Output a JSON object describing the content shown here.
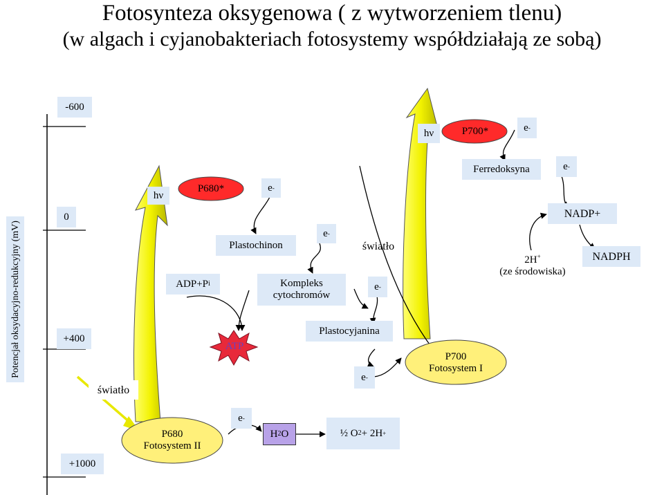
{
  "title": "Fotosynteza oksygenowa ( z wytworzeniem tlenu)",
  "subtitle": "(w algach i cyjanobakteriach fotosystemy współdziałają ze sobą)",
  "axis": {
    "label": "Potencjał oksydacyjno-redukcyjny (mV)",
    "ticks": [
      "-600",
      "0",
      "+400",
      "+1000"
    ]
  },
  "nodes": {
    "hv1": "hν",
    "p680_star": "P680*",
    "e1": "e",
    "plastochinon": "Plastochinon",
    "e2": "e",
    "kompleks_line1": "Kompleks",
    "kompleks_line2": "cytochromów",
    "adp": "ADP+P",
    "adp_sub": "i",
    "atp": "ATP",
    "swiatlo2": "światło",
    "e3": "e",
    "plastocyjanina": "Plastocyjanina",
    "e4": "e",
    "p700_line1": "P700",
    "p700_line2": "Fotosystem I",
    "hv2": "hν",
    "p700_star": "P700*",
    "e5": "e",
    "ferredoksyna": "Ferredoksyna",
    "e6": "e",
    "nadp_plus": "NADP+",
    "h2_line1": "2H",
    "h2_line2": "(ze środowiska)",
    "nadph": "NADPH",
    "swiatlo1": "światło",
    "p680_line1": "P680",
    "p680_line2": "Fotosystem II",
    "e7": "e",
    "h2o_main": "H",
    "h2o_sub": "2",
    "h2o_end": "O",
    "o2_half": "½ O",
    "o2_sub": "2",
    "o2_rest": " + 2H"
  },
  "colors": {
    "oval_red": "#ff2a2a",
    "oval_yellow": "#fff07a",
    "box_cyan": "#dde9f7",
    "box_purple": "#b8a2e8",
    "atp_star": "#e8293a",
    "atp_text": "#6b3fbf",
    "light_arrow": "#e8e800"
  }
}
